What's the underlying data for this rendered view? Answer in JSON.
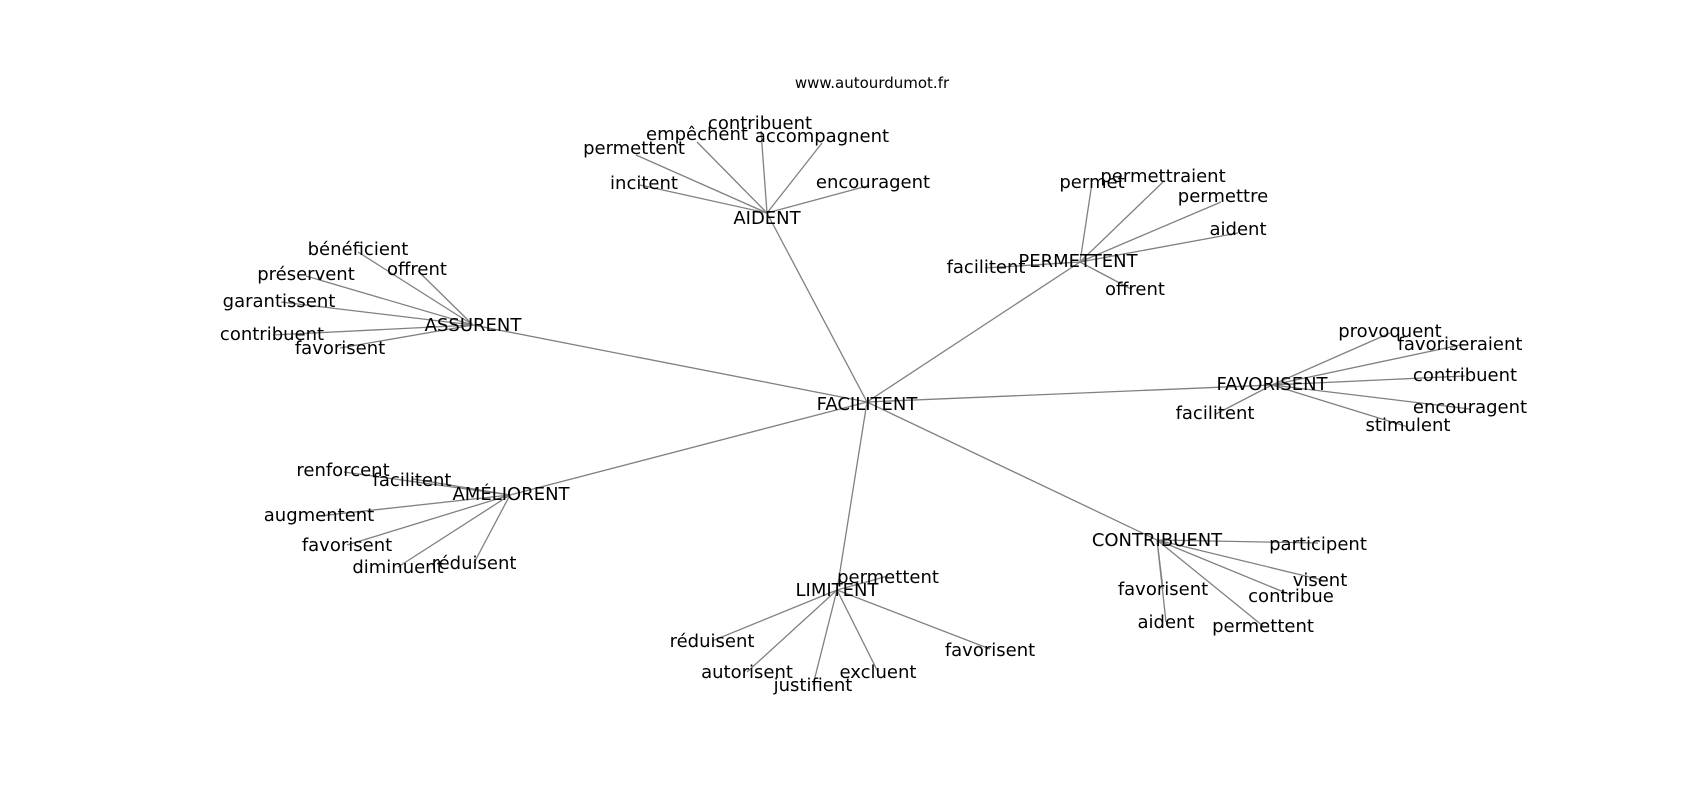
{
  "source": "www.autourdumot.fr",
  "center": "FACILITENT",
  "clusters": [
    {
      "hub": "AIDENT",
      "leaves": [
        "contribuent",
        "empêchent",
        "accompagnent",
        "permettent",
        "incitent",
        "encouragent"
      ]
    },
    {
      "hub": "PERMETTENT",
      "leaves": [
        "permet",
        "permettraient",
        "permettre",
        "aident",
        "facilitent",
        "offrent"
      ]
    },
    {
      "hub": "ASSURENT",
      "leaves": [
        "bénéficient",
        "préservent",
        "offrent",
        "garantissent",
        "contribuent",
        "favorisent"
      ]
    },
    {
      "hub": "FAVORISENT",
      "leaves": [
        "provoquent",
        "favoriseraient",
        "contribuent",
        "encouragent",
        "facilitent",
        "stimulent"
      ]
    },
    {
      "hub": "AMÉLIORENT",
      "leaves": [
        "renforcent",
        "facilitent",
        "augmentent",
        "favorisent",
        "diminuent",
        "réduisent"
      ]
    },
    {
      "hub": "CONTRIBUENT",
      "leaves": [
        "participent",
        "visent",
        "favorisent",
        "contribue",
        "aident",
        "permettent"
      ]
    },
    {
      "hub": "LIMITENT",
      "leaves": [
        "permettent",
        "réduisent",
        "favorisent",
        "autorisent",
        "excluent",
        "justifient"
      ]
    }
  ]
}
